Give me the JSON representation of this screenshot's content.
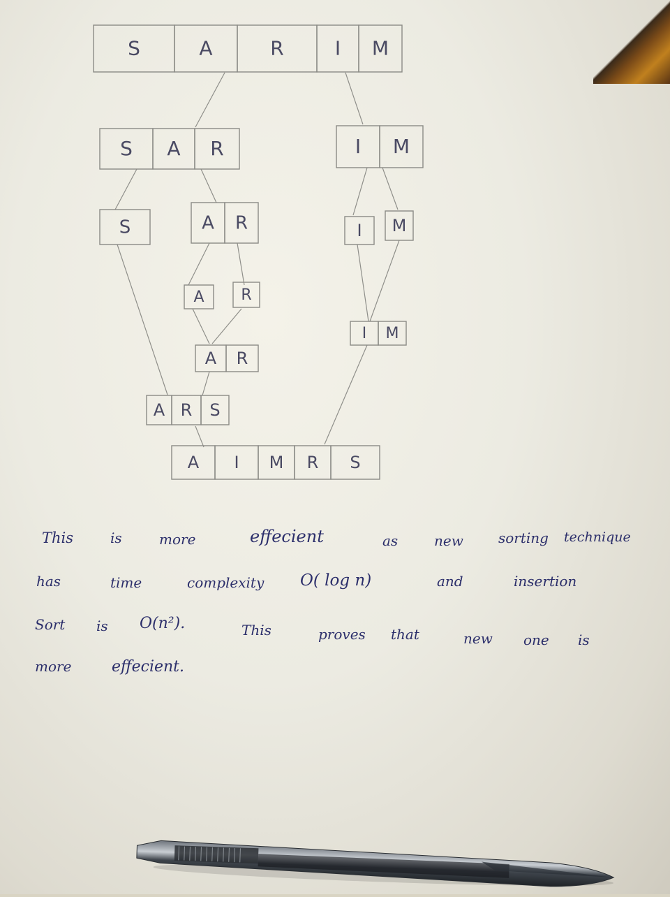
{
  "diagram": {
    "level0": [
      "S",
      "A",
      "R",
      "I",
      "M"
    ],
    "level1_left": [
      "S",
      "A",
      "R"
    ],
    "level1_right": [
      "I",
      "M"
    ],
    "level2_s": [
      "S"
    ],
    "level2_ar": [
      "A",
      "R"
    ],
    "level2_i": [
      "I"
    ],
    "level2_m": [
      "M"
    ],
    "level3_a": [
      "A"
    ],
    "level3_r": [
      "R"
    ],
    "level3_im": [
      "I",
      "M"
    ],
    "level4_ar": [
      "A",
      "R"
    ],
    "level5_ars": [
      "A",
      "R",
      "S"
    ],
    "level6": [
      "A",
      "I",
      "M",
      "R",
      "S"
    ]
  },
  "notes": [
    [
      "This",
      "is",
      "more",
      "effecient",
      "as",
      "new",
      "sorting",
      "technique"
    ],
    [
      "has",
      "time",
      "complexity",
      "O( log n)",
      "and",
      "insertion"
    ],
    [
      "Sort",
      "is",
      "O(n²).",
      "This",
      "proves",
      "that",
      "new",
      "one",
      "is"
    ],
    [
      "more",
      "effecient."
    ]
  ],
  "colors": {
    "ink": "#2c2f6b",
    "pencil": "#8b8b86",
    "paper": "#efeee6"
  }
}
